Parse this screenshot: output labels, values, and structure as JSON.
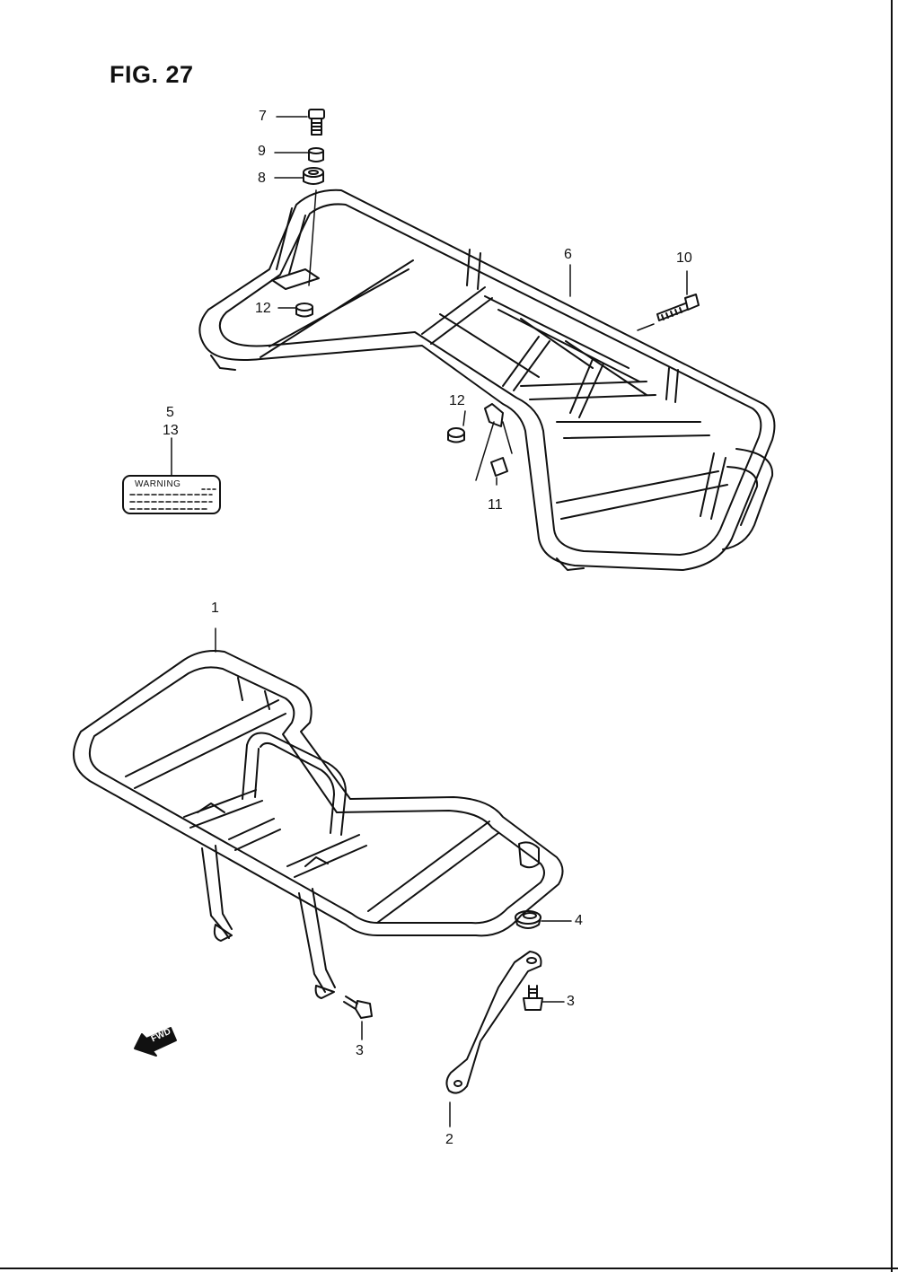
{
  "figure": {
    "title": "FIG. 27"
  },
  "callouts": {
    "c1": "1",
    "c2": "2",
    "c3a": "3",
    "c3b": "3",
    "c4": "4",
    "c5": "5",
    "c6": "6",
    "c7": "7",
    "c8": "8",
    "c9": "9",
    "c10": "10",
    "c11": "11",
    "c12a": "12",
    "c12b": "12",
    "c13": "13"
  },
  "warning_label": {
    "text": "WARNING"
  },
  "direction_arrow": {
    "text": "FWD"
  }
}
